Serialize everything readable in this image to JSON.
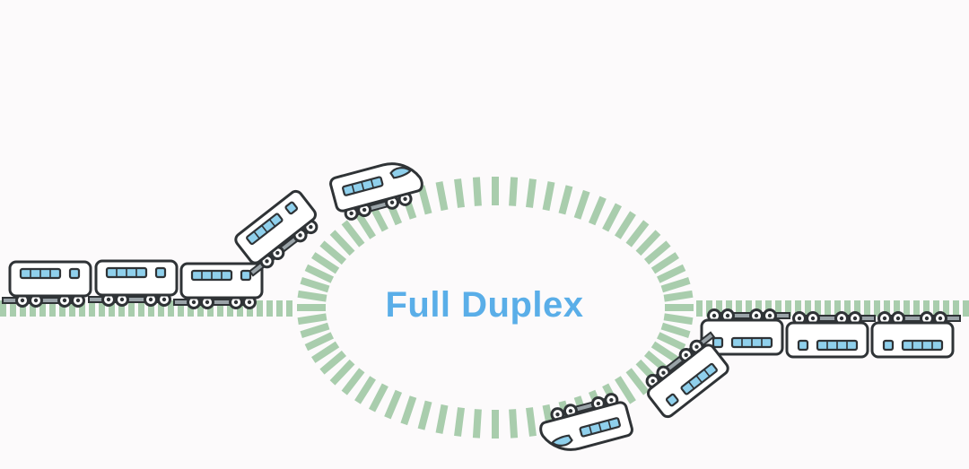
{
  "diagram": {
    "title": "Full Duplex",
    "colors": {
      "background": "#fcfafb",
      "track": "#a9cdad",
      "title": "#5aaee8",
      "train_body": "#ffffff",
      "train_outline": "#2f3336",
      "window": "#8fd0ec",
      "coupler": "#9aa3a8"
    },
    "tracks": [
      {
        "name": "left-straight-track",
        "description": "straight track entering from left"
      },
      {
        "name": "loop-track",
        "description": "elliptical loop track"
      },
      {
        "name": "right-straight-track",
        "description": "straight track exiting to right"
      }
    ],
    "trains": [
      {
        "name": "upper-train",
        "direction": "left-to-right over top of loop",
        "cars": 5,
        "locomotive": "bullet-nose"
      },
      {
        "name": "lower-train",
        "direction": "right-to-left under bottom of loop (inverted)",
        "cars": 5,
        "locomotive": "bullet-nose"
      }
    ]
  }
}
